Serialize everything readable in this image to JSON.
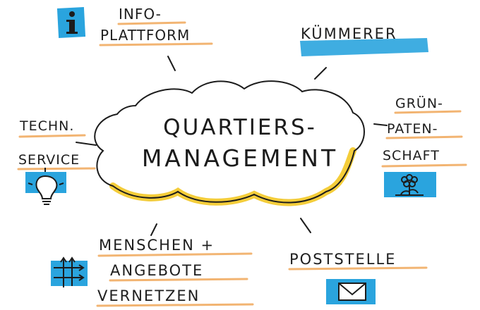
{
  "center": {
    "line1": "QUARTIERS-",
    "line2": "MANAGEMENT"
  },
  "nodes": {
    "info": {
      "line1": "INFO-",
      "line2": "PLATTFORM",
      "icon": "info-icon"
    },
    "kuemmerer": {
      "label": "KÜMMERER"
    },
    "gruen": {
      "line1": "GRÜN-",
      "line2": "PATEN-",
      "line3": "SCHAFT",
      "icon": "flower-icon"
    },
    "techn": {
      "line1": "TECHN.",
      "line2": "SERVICE",
      "icon": "lightbulb-icon"
    },
    "menschen": {
      "line1": "MENSCHEN +",
      "line2": "ANGEBOTE",
      "line3": "VERNETZEN",
      "icon": "network-icon"
    },
    "post": {
      "label": "POSTSTELLE",
      "icon": "envelope-icon"
    }
  },
  "colors": {
    "marker_blue": "#2aa4de",
    "highlight_yellow": "#f2c417",
    "underline_orange": "#f0a85a",
    "ink": "#1c1c1c"
  }
}
